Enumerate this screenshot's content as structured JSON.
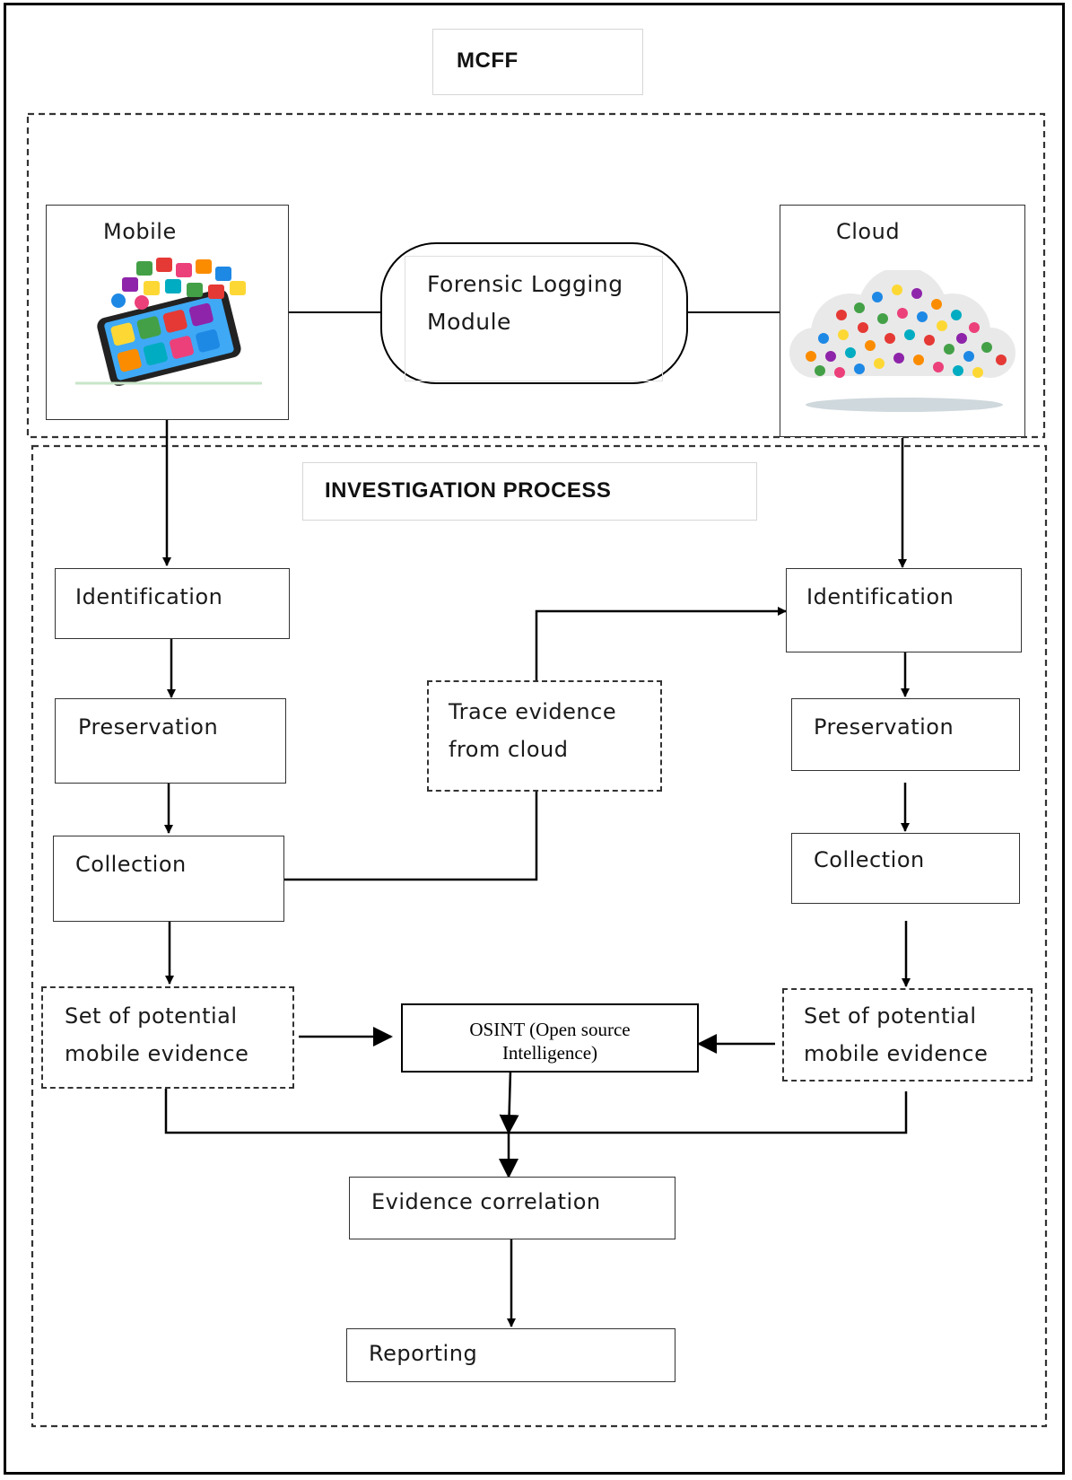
{
  "title": "MCFF",
  "mobile_label": "Mobile",
  "cloud_label": "Cloud",
  "logging_module": [
    "Forensic Logging",
    "Module"
  ],
  "investigation_title": "INVESTIGATION PROCESS",
  "left_steps": [
    "Identification",
    "Preservation",
    "Collection"
  ],
  "right_steps": [
    "Identification",
    "Preservation",
    "Collection"
  ],
  "trace_evidence": [
    "Trace evidence",
    "from cloud"
  ],
  "left_evidence": [
    "Set of potential",
    "mobile evidence"
  ],
  "right_evidence": [
    "Set of potential",
    "mobile evidence"
  ],
  "osint": [
    "OSINT (Open source",
    "Intelligence)"
  ],
  "correlation": "Evidence correlation",
  "reporting": "Reporting",
  "icon_colors": [
    "#e53935",
    "#43a047",
    "#1e88e5",
    "#fdd835",
    "#8e24aa",
    "#fb8c00",
    "#00acc1",
    "#ec407a"
  ]
}
